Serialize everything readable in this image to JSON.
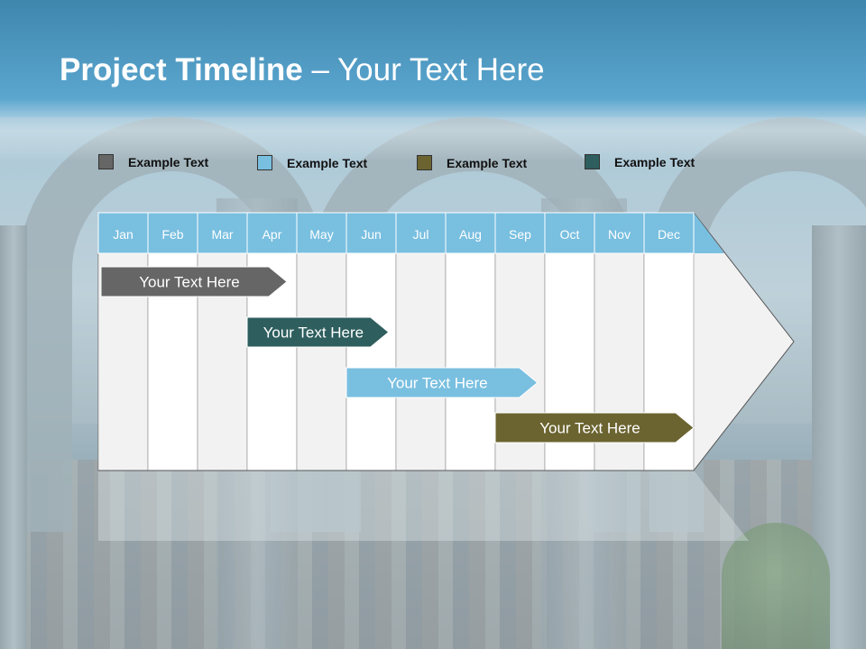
{
  "title": {
    "bold": "Project Timeline",
    "rest": " – Your Text Here"
  },
  "legend": [
    {
      "label": "Example Text",
      "color": "#666666"
    },
    {
      "label": "Example Text",
      "color": "#79bfe0"
    },
    {
      "label": "Example Text",
      "color": "#6b6430"
    },
    {
      "label": "Example Text",
      "color": "#2e5e5e"
    }
  ],
  "chart_data": {
    "type": "gantt",
    "categories": [
      "Jan",
      "Feb",
      "Mar",
      "Apr",
      "May",
      "Jun",
      "Jul",
      "Aug",
      "Sep",
      "Oct",
      "Nov",
      "Dec"
    ],
    "tasks": [
      {
        "label": "Your  Text Here",
        "start": 0,
        "end": 3.8,
        "color": "#666666"
      },
      {
        "label": "Your  Text Here",
        "start": 3.0,
        "end": 5.85,
        "color": "#2e5e5e"
      },
      {
        "label": "Your  Text Here",
        "start": 5.0,
        "end": 8.85,
        "color": "#79bfe0"
      },
      {
        "label": "Your  Text Here",
        "start": 8.0,
        "end": 12.0,
        "color": "#6b6430"
      }
    ],
    "header_color": "#79bfe0",
    "column_colors": [
      "#f2f2f2",
      "#ffffff"
    ]
  }
}
